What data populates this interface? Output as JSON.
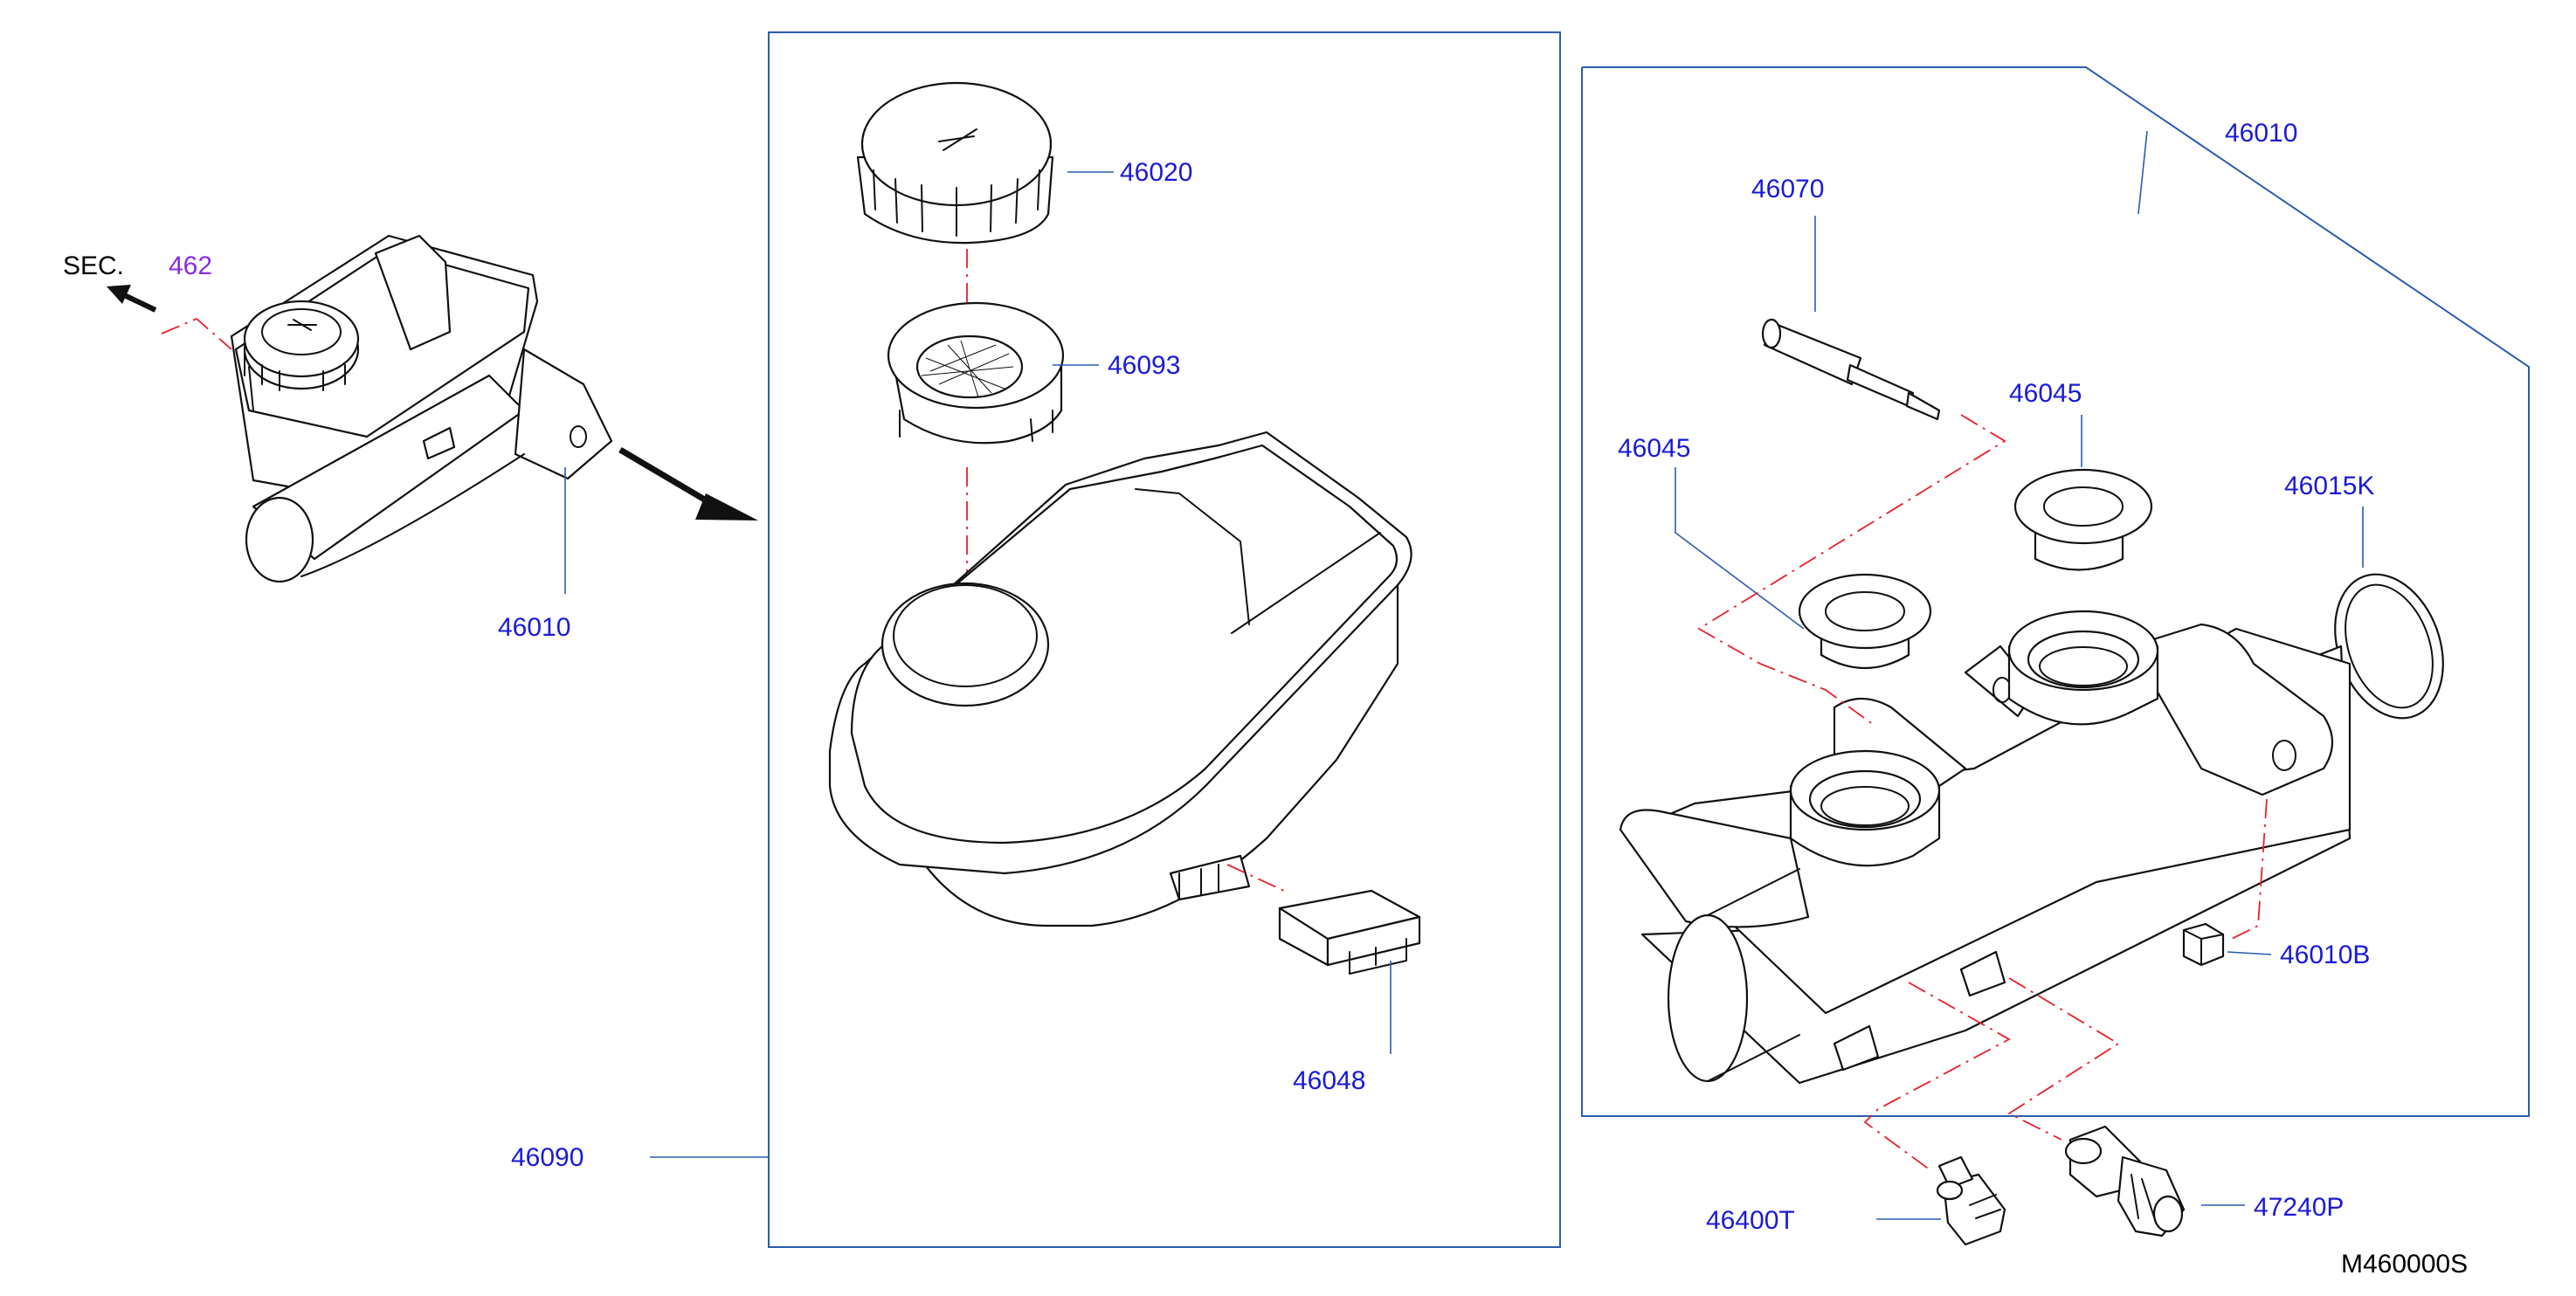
{
  "diagram_code": "M460000S",
  "section_ref": {
    "label": "SEC.",
    "number": "462"
  },
  "parts": {
    "p46010_overview": "46010",
    "p46010_group": "46010",
    "p46020": "46020",
    "p46093": "46093",
    "p46048": "46048",
    "p46090": "46090",
    "p46070": "46070",
    "p46045_left": "46045",
    "p46045_right": "46045",
    "p46015K": "46015K",
    "p46010B": "46010B",
    "p46400T": "46400T",
    "p47240P": "47240P"
  },
  "colors": {
    "part_number": "#1a1ad6",
    "frame": "#2a5db0",
    "centerline": "#e8202a",
    "section_number": "#8a2be2"
  }
}
